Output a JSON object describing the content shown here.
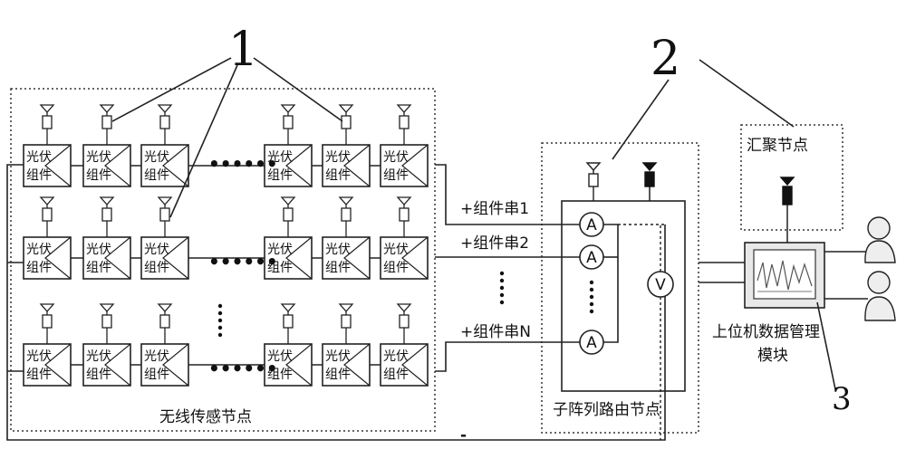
{
  "callouts": {
    "one": "1",
    "two": "2",
    "three": "3"
  },
  "panel_cell_label_line1": "光伏",
  "panel_cell_label_line2": "组件",
  "wireless_sensor_nodes": "无线传感节点",
  "subarray_router_node": "子阵列路由节点",
  "aggregation_node": "汇聚节点",
  "host_module_line1": "上位机数据管理",
  "host_module_line2": "模块",
  "strings": {
    "s1": "+组件串1",
    "s2": "+组件串2",
    "sN": "+组件串N"
  },
  "meter_ammeter": "A",
  "meter_voltmeter": "V",
  "minus_sign": "-"
}
